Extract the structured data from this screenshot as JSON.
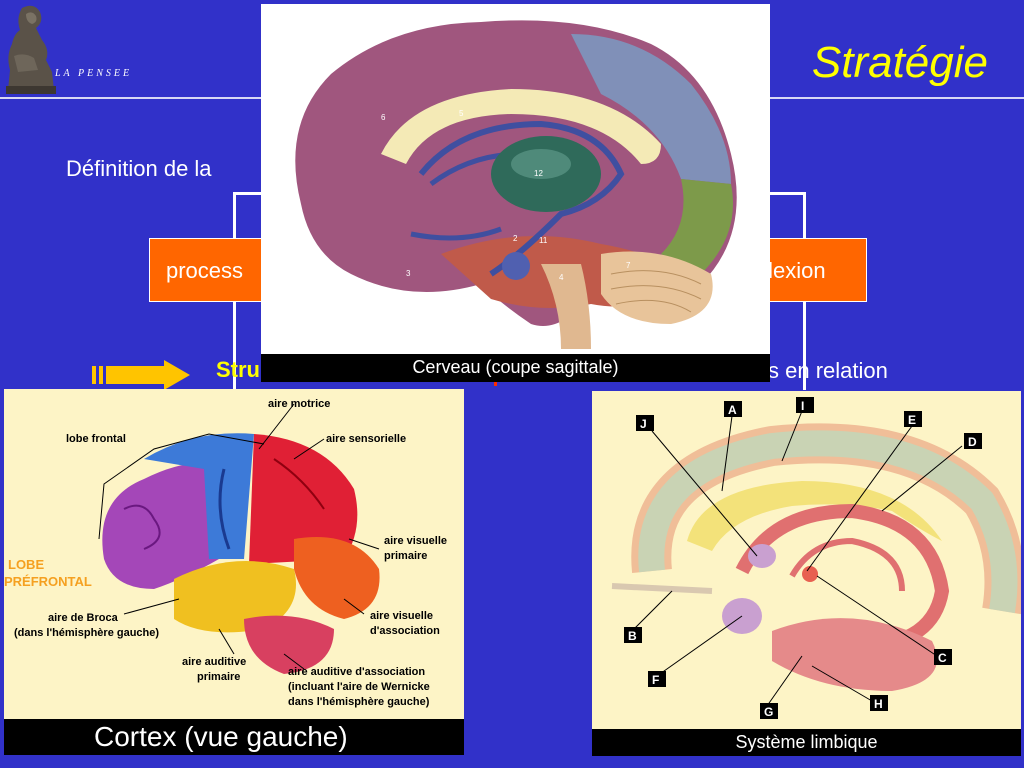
{
  "header": {
    "logo_text": "LA PENSEE",
    "title": "Stratégie"
  },
  "body": {
    "definition_text": "Définition de la",
    "orange_left": "process",
    "orange_right": "flexion",
    "struct_text": "Stru",
    "relation_text": "s en relation"
  },
  "images": {
    "brain_caption": "Cerveau (coupe sagittale)",
    "cortex_caption": "Cortex (vue gauche)",
    "limbic_caption": "Système limbique",
    "brain_labels": [
      "6",
      "5",
      "12",
      "2",
      "11",
      "3",
      "4",
      "7"
    ],
    "cortex_labels": {
      "motor": "aire motrice",
      "frontal": "lobe frontal",
      "sensory": "aire sensorielle",
      "prefrontal_1": "LOBE",
      "prefrontal_2": "PRÉFRONTAL",
      "visual_primary_1": "aire visuelle",
      "visual_primary_2": "primaire",
      "broca_1": "aire de Broca",
      "broca_2": "(dans l'hémisphère gauche)",
      "visual_assoc_1": "aire visuelle",
      "visual_assoc_2": "d'association",
      "auditory_1": "aire auditive",
      "auditory_2": "primaire",
      "auditory_assoc_1": "aire auditive d'association",
      "auditory_assoc_2": "(incluant l'aire de Wernicke",
      "auditory_assoc_3": "dans l'hémisphère gauche)"
    },
    "limbic_labels": [
      "J",
      "A",
      "I",
      "E",
      "D",
      "B",
      "C",
      "F",
      "G",
      "H"
    ]
  },
  "colors": {
    "background": "#3131c9",
    "title": "#ffff00",
    "orange": "#ff6600",
    "arrow": "#ffc400"
  }
}
